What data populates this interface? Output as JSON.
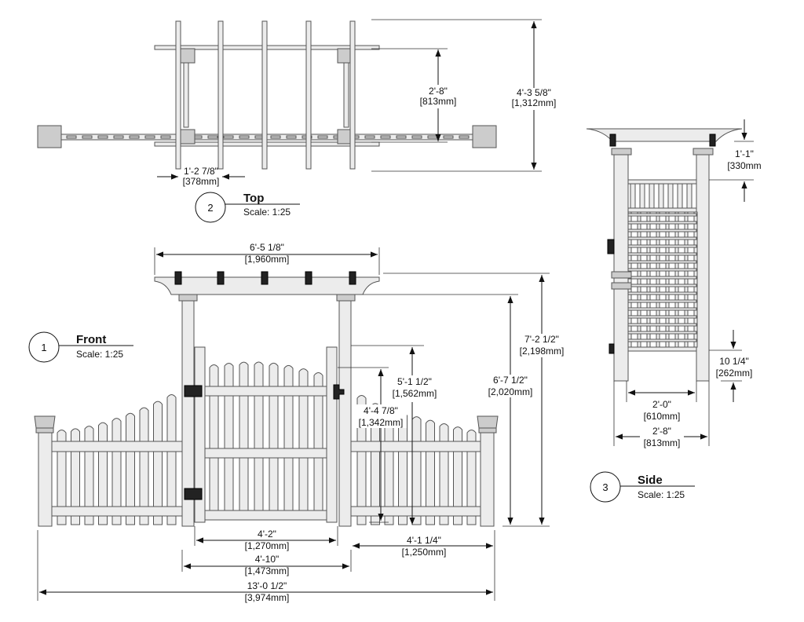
{
  "views": {
    "top": {
      "number": "2",
      "title": "Top",
      "scale": "Scale: 1:25"
    },
    "front": {
      "number": "1",
      "title": "Front",
      "scale": "Scale: 1:25"
    },
    "side": {
      "number": "3",
      "title": "Side",
      "scale": "Scale: 1:25"
    }
  },
  "dimensions": {
    "top_depth_inner": [
      "2'-8\"",
      "[813mm]"
    ],
    "top_depth_overall": [
      "4'-3 5/8\"",
      "[1,312mm]"
    ],
    "top_rafter_spacing": [
      "1'-2 7/8\"",
      "[378mm]"
    ],
    "front_beam_width": [
      "6'-5 1/8\"",
      "[1,960mm]"
    ],
    "front_overall_height": [
      "7'-2 1/2\"",
      "[2,198mm]"
    ],
    "front_post_height": [
      "6'-7 1/2\"",
      "[2,020mm]"
    ],
    "front_gate_height_max": [
      "5'-1 1/2\"",
      "[1,562mm]"
    ],
    "front_gate_height_side": [
      "4'-4 7/8\"",
      "[1,342mm]"
    ],
    "front_gate_width": [
      "4'-2\"",
      "[1,270mm]"
    ],
    "front_opening_width": [
      "4'-10\"",
      "[1,473mm]"
    ],
    "front_wing_width": [
      "4'-1 1/4\"",
      "[1,250mm]"
    ],
    "front_overall_width": [
      "13'-0 1/2\"",
      "[3,974mm]"
    ],
    "side_beam_clearance": [
      "1'-1\"",
      "[330mm"
    ],
    "side_bottom_clearance": [
      "10 1/4\"",
      "[262mm]"
    ],
    "side_inner_width": [
      "2'-0\"",
      "[610mm]"
    ],
    "side_outer_width": [
      "2'-8\"",
      "[813mm]"
    ]
  }
}
